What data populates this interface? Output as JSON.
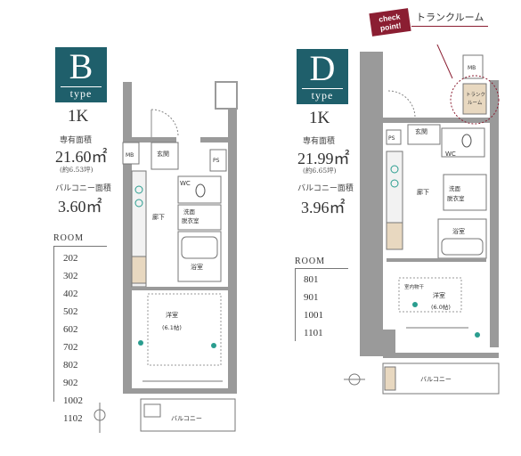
{
  "left": {
    "badge_letter": "B",
    "badge_type": "type",
    "layout": "1K",
    "area_label": "専有面積",
    "area_value": "21.60㎡",
    "area_tsubo": "(約6.53坪)",
    "balcony_label": "バルコニー面積",
    "balcony_value": "3.60㎡",
    "room_title": "ROOM",
    "rooms": [
      "202",
      "302",
      "402",
      "502",
      "602",
      "702",
      "802",
      "902",
      "1002",
      "1102"
    ],
    "plan": {
      "mb": "MB",
      "ps": "PS",
      "entrance": "玄関",
      "wc": "WC",
      "hallway": "廊下",
      "washroom": "洗面",
      "dressing": "脱衣室",
      "bath": "浴室",
      "western": "洋室",
      "tatami": "(6.1帖)",
      "balcony": "バルコニー"
    }
  },
  "right": {
    "badge_letter": "D",
    "badge_type": "type",
    "layout": "1K",
    "area_label": "専有面積",
    "area_value": "21.99㎡",
    "area_tsubo": "(約6.65坪)",
    "balcony_label": "バルコニー面積",
    "balcony_value": "3.96㎡",
    "room_title": "ROOM",
    "rooms": [
      "801",
      "901",
      "1001",
      "1101"
    ],
    "check_line1": "check",
    "check_line2": "point!",
    "trunk_title": "トランクルーム",
    "plan": {
      "mb": "MB",
      "ps": "PS",
      "trunk_1": "トランク",
      "trunk_2": "ルーム",
      "entrance": "玄関",
      "wc": "WC",
      "hallway": "廊下",
      "washroom": "洗面",
      "dressing": "脱衣室",
      "bath": "浴室",
      "western": "洋室",
      "tatami": "(6.0帖)",
      "ceiling": "室内物干",
      "balcony": "バルコニー"
    }
  },
  "colors": {
    "badge": "#1f5f6b",
    "accent": "#8b1e32",
    "wall": "#9a9a9a",
    "room_highlight": "#2a9d8f"
  }
}
